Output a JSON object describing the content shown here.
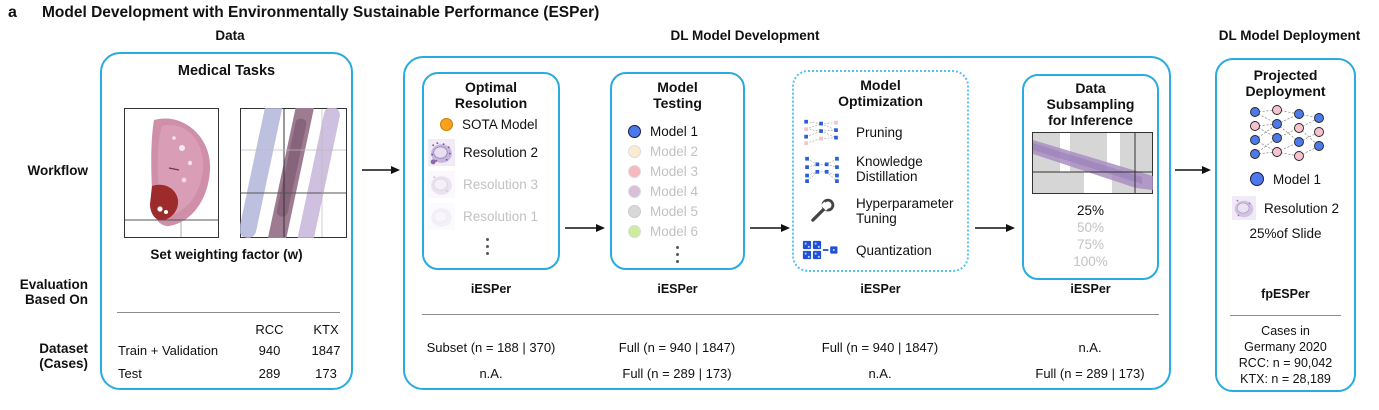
{
  "panel_label": "a",
  "title": "Model Development with Environmentally Sustainable Performance (ESPer)",
  "column_headers": {
    "data": "Data",
    "development": "DL Model Development",
    "deployment": "DL Model Deployment"
  },
  "row_labels": {
    "workflow": "Workflow",
    "evaluation": [
      "Evaluation",
      "Based On"
    ],
    "dataset": [
      "Dataset",
      "(Cases)"
    ]
  },
  "medical_tasks": {
    "title": "Medical Tasks",
    "caption": "Set weighting factor (w)",
    "images": {
      "left": "rcc-tissue-slide",
      "right": "ktx-biopsy-strips"
    },
    "table": {
      "columns": [
        "RCC",
        "KTX"
      ],
      "rows": [
        {
          "label": "Train + Validation",
          "rcc": "940",
          "ktx": "1847"
        },
        {
          "label": "Test",
          "rcc": "289",
          "ktx": "173"
        }
      ]
    }
  },
  "development": {
    "optimal_resolution": {
      "title": [
        "Optimal",
        "Resolution"
      ],
      "sota": {
        "label": "SOTA Model",
        "color": "#F9A11B"
      },
      "resolutions": [
        {
          "label": "Resolution 2",
          "active": true
        },
        {
          "label": "Resolution 3",
          "active": false
        },
        {
          "label": "Resolution 1",
          "active": false
        }
      ],
      "esper": "iESPer",
      "dataset": [
        "Subset (n = 188 | 370)",
        "n.A."
      ]
    },
    "model_testing": {
      "title": [
        "Model",
        "Testing"
      ],
      "models": [
        {
          "label": "Model 1",
          "color": "#4B79EA",
          "active": true
        },
        {
          "label": "Model 2",
          "color": "#FAEBD2",
          "active": false
        },
        {
          "label": "Model 3",
          "color": "#F5B9BE",
          "active": false
        },
        {
          "label": "Model 4",
          "color": "#D9BFD9",
          "active": false
        },
        {
          "label": "Model 5",
          "color": "#D8D8D8",
          "active": false
        },
        {
          "label": "Model 6",
          "color": "#CDEC9F",
          "active": false
        }
      ],
      "esper": "iESPer",
      "dataset": [
        "Full (n = 940 | 1847)",
        "Full (n = 289 | 173)"
      ]
    },
    "model_optimization": {
      "title": [
        "Model",
        "Optimization"
      ],
      "items": [
        {
          "label": "Pruning",
          "icon": "pruning-network-icon"
        },
        {
          "label": "Knowledge Distillation",
          "icon": "distillation-network-icon"
        },
        {
          "label": "Hyperparameter Tuning",
          "icon": "wrench-icon"
        },
        {
          "label": "Quantization",
          "icon": "quantization-icon"
        }
      ],
      "esper": "iESPer",
      "dataset": [
        "Full (n = 940 | 1847)",
        "n.A."
      ]
    },
    "data_subsampling": {
      "title": [
        "Data",
        "Subsampling",
        "for Inference"
      ],
      "percentages": [
        {
          "label": "25%",
          "active": true
        },
        {
          "label": "50%",
          "active": false
        },
        {
          "label": "75%",
          "active": false
        },
        {
          "label": "100%",
          "active": false
        }
      ],
      "esper": "iESPer",
      "dataset": [
        "n.A.",
        "Full (n = 289 | 173)"
      ]
    }
  },
  "deployment": {
    "title": [
      "Projected",
      "Deployment"
    ],
    "model": {
      "label": "Model 1",
      "color": "#4B79EA"
    },
    "resolution": "Resolution 2",
    "slide_fraction": "25%of Slide",
    "esper": "fpESPer",
    "projection": [
      "Cases in",
      "Germany 2020",
      "RCC: n = 90,042",
      "KTX: n = 28,189"
    ]
  },
  "colors": {
    "box_border": "#29ABE2",
    "inactive_text": "#C2C2C2",
    "divider": "#8C8C8C",
    "network_blue": "#2A5FD6",
    "network_pink": "#F6C2CF",
    "tissue_pink": "#D08FA9",
    "tumor_red": "#9E2B2B",
    "strip_purple": "#A98FC2"
  }
}
